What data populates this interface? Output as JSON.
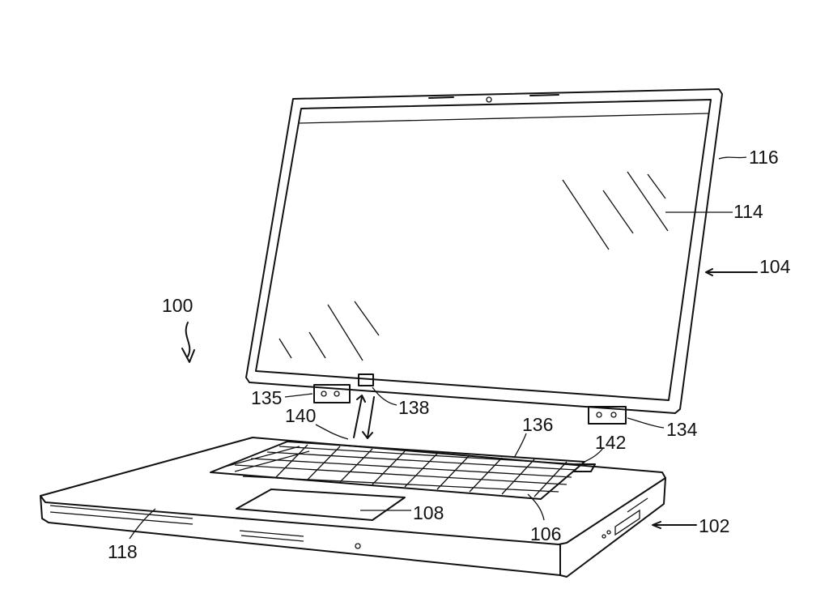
{
  "figure": {
    "reference_numerals": {
      "device": "100",
      "base": "102",
      "lid": "104",
      "keyboard": "106",
      "trackpad": "108",
      "display": "114",
      "lid_housing": "116",
      "base_housing": "118",
      "hinge_right": "134",
      "hinge_left": "135",
      "keyboard_edge": "136",
      "connector": "138",
      "connector_receiver": "140",
      "receiver_right": "142"
    }
  }
}
